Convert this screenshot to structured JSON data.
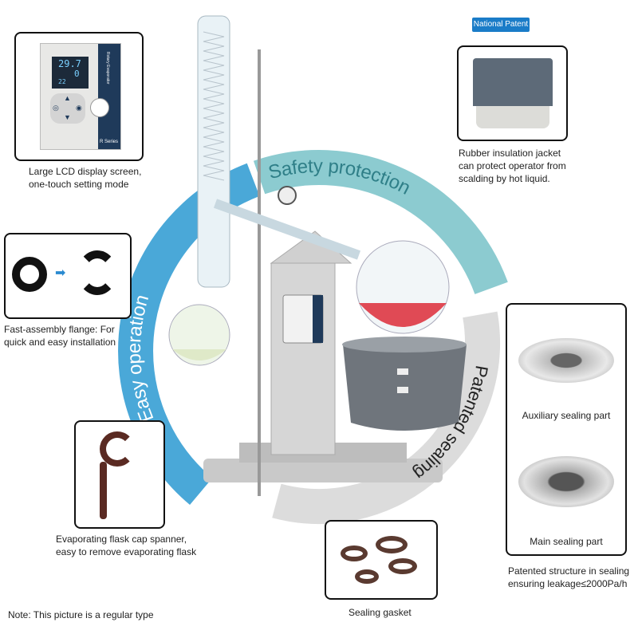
{
  "arcs": {
    "easy": {
      "label": "Easy operation",
      "color": "#4aa8d8"
    },
    "safety": {
      "label": "Safety protection",
      "color": "#6fb8bf"
    },
    "sealing": {
      "label": "Patented sealing",
      "color": "#d8d8d8"
    }
  },
  "badge": "National Patent",
  "lcd": {
    "caption_line1": "Large LCD display screen,",
    "caption_line2": "one-touch setting mode",
    "reading_main": "29.7",
    "reading_2": "0",
    "reading_3": "22",
    "side_label": "Rotary Evaporator",
    "series": "R Series"
  },
  "jacket": {
    "caption_line1": "Rubber insulation jacket",
    "caption_line2": "can protect operator from",
    "caption_line3": "scalding by hot liquid."
  },
  "flange": {
    "caption_line1": "Fast-assembly flange: For",
    "caption_line2": "quick and easy installation"
  },
  "spanner": {
    "caption_line1": "Evaporating flask cap spanner,",
    "caption_line2": "easy to remove evaporating flask"
  },
  "gasket": {
    "caption": "Sealing gasket"
  },
  "seals": {
    "aux_label": "Auxiliary sealing part",
    "main_label": "Main sealing part",
    "caption_line1": "Patented structure in sealing",
    "caption_line2": "ensuring leakage≤2000Pa/h"
  },
  "note": "Note: This picture is a regular type"
}
